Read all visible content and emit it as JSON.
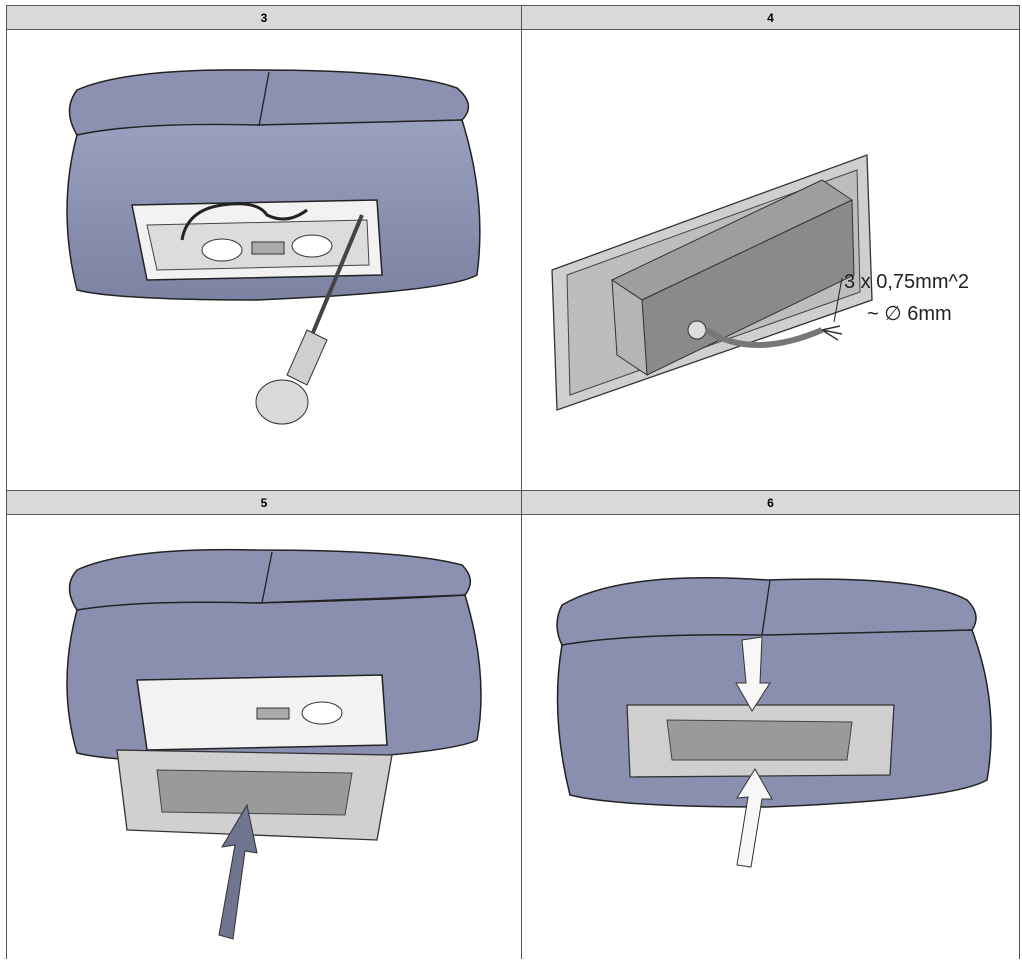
{
  "steps": [
    {
      "number": "3"
    },
    {
      "number": "4"
    },
    {
      "number": "5"
    },
    {
      "number": "6"
    }
  ],
  "callout": {
    "line1": "3 x 0,75mm^2",
    "line2": "~ ∅ 6mm"
  }
}
